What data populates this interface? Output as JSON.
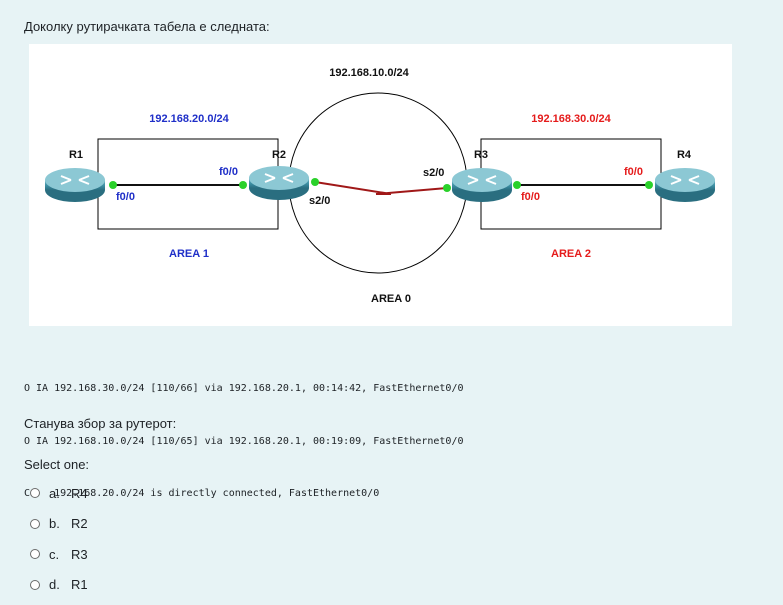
{
  "question": {
    "text": "Доколку рутирачката табела е следната:"
  },
  "diagram": {
    "networks": {
      "area0_net": "192.168.10.0/24",
      "area1_net": "192.168.20.0/24",
      "area2_net": "192.168.30.0/24"
    },
    "areas": {
      "area0": "AREA 0",
      "area1": "AREA 1",
      "area2": "AREA 2"
    },
    "routers": {
      "r1": "R1",
      "r2": "R2",
      "r3": "R3",
      "r4": "R4"
    },
    "interfaces": {
      "r1_f0": "f0/0",
      "r2_f0": "f0/0",
      "r2_s2": "s2/0",
      "r3_s2": "s2/0",
      "r3_f0": "f0/0",
      "r4_f0": "f0/0"
    },
    "colors": {
      "area1": "#1f2fc8",
      "area2": "#e51b1b",
      "serial_link": "#a01818",
      "port": "#2ad12a",
      "router_body": "#3d8fa3"
    }
  },
  "routing_table": {
    "lines": [
      "O IA 192.168.30.0/24 [110/66] via 192.168.20.1, 00:14:42, FastEthernet0/0",
      "O IA 192.168.10.0/24 [110/65] via 192.168.20.1, 00:19:09, FastEthernet0/0",
      "C    192.168.20.0/24 is directly connected, FastEthernet0/0"
    ]
  },
  "prompt": {
    "text": "Станува збор за рутерот:"
  },
  "answer": {
    "select_label": "Select one:",
    "options": [
      {
        "letter": "a.",
        "label": "R4"
      },
      {
        "letter": "b.",
        "label": "R2"
      },
      {
        "letter": "c.",
        "label": "R3"
      },
      {
        "letter": "d.",
        "label": "R1"
      }
    ]
  }
}
